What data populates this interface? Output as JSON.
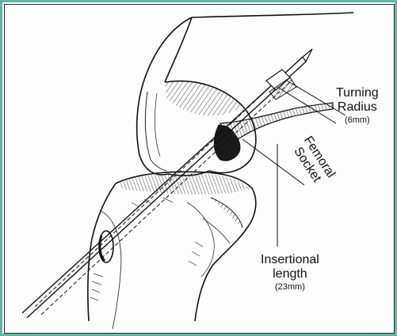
{
  "labels": {
    "turning_radius": {
      "line1": "Turning",
      "line2": "Radius",
      "value": "(6mm)"
    },
    "femoral_socket": {
      "line1": "Femoral",
      "line2": "Socket"
    },
    "insertional_length": {
      "line1": "Insertional",
      "line2": "length",
      "value": "(23mm)"
    }
  },
  "colors": {
    "frame": "#5fb6a6",
    "ink": "#111111"
  }
}
